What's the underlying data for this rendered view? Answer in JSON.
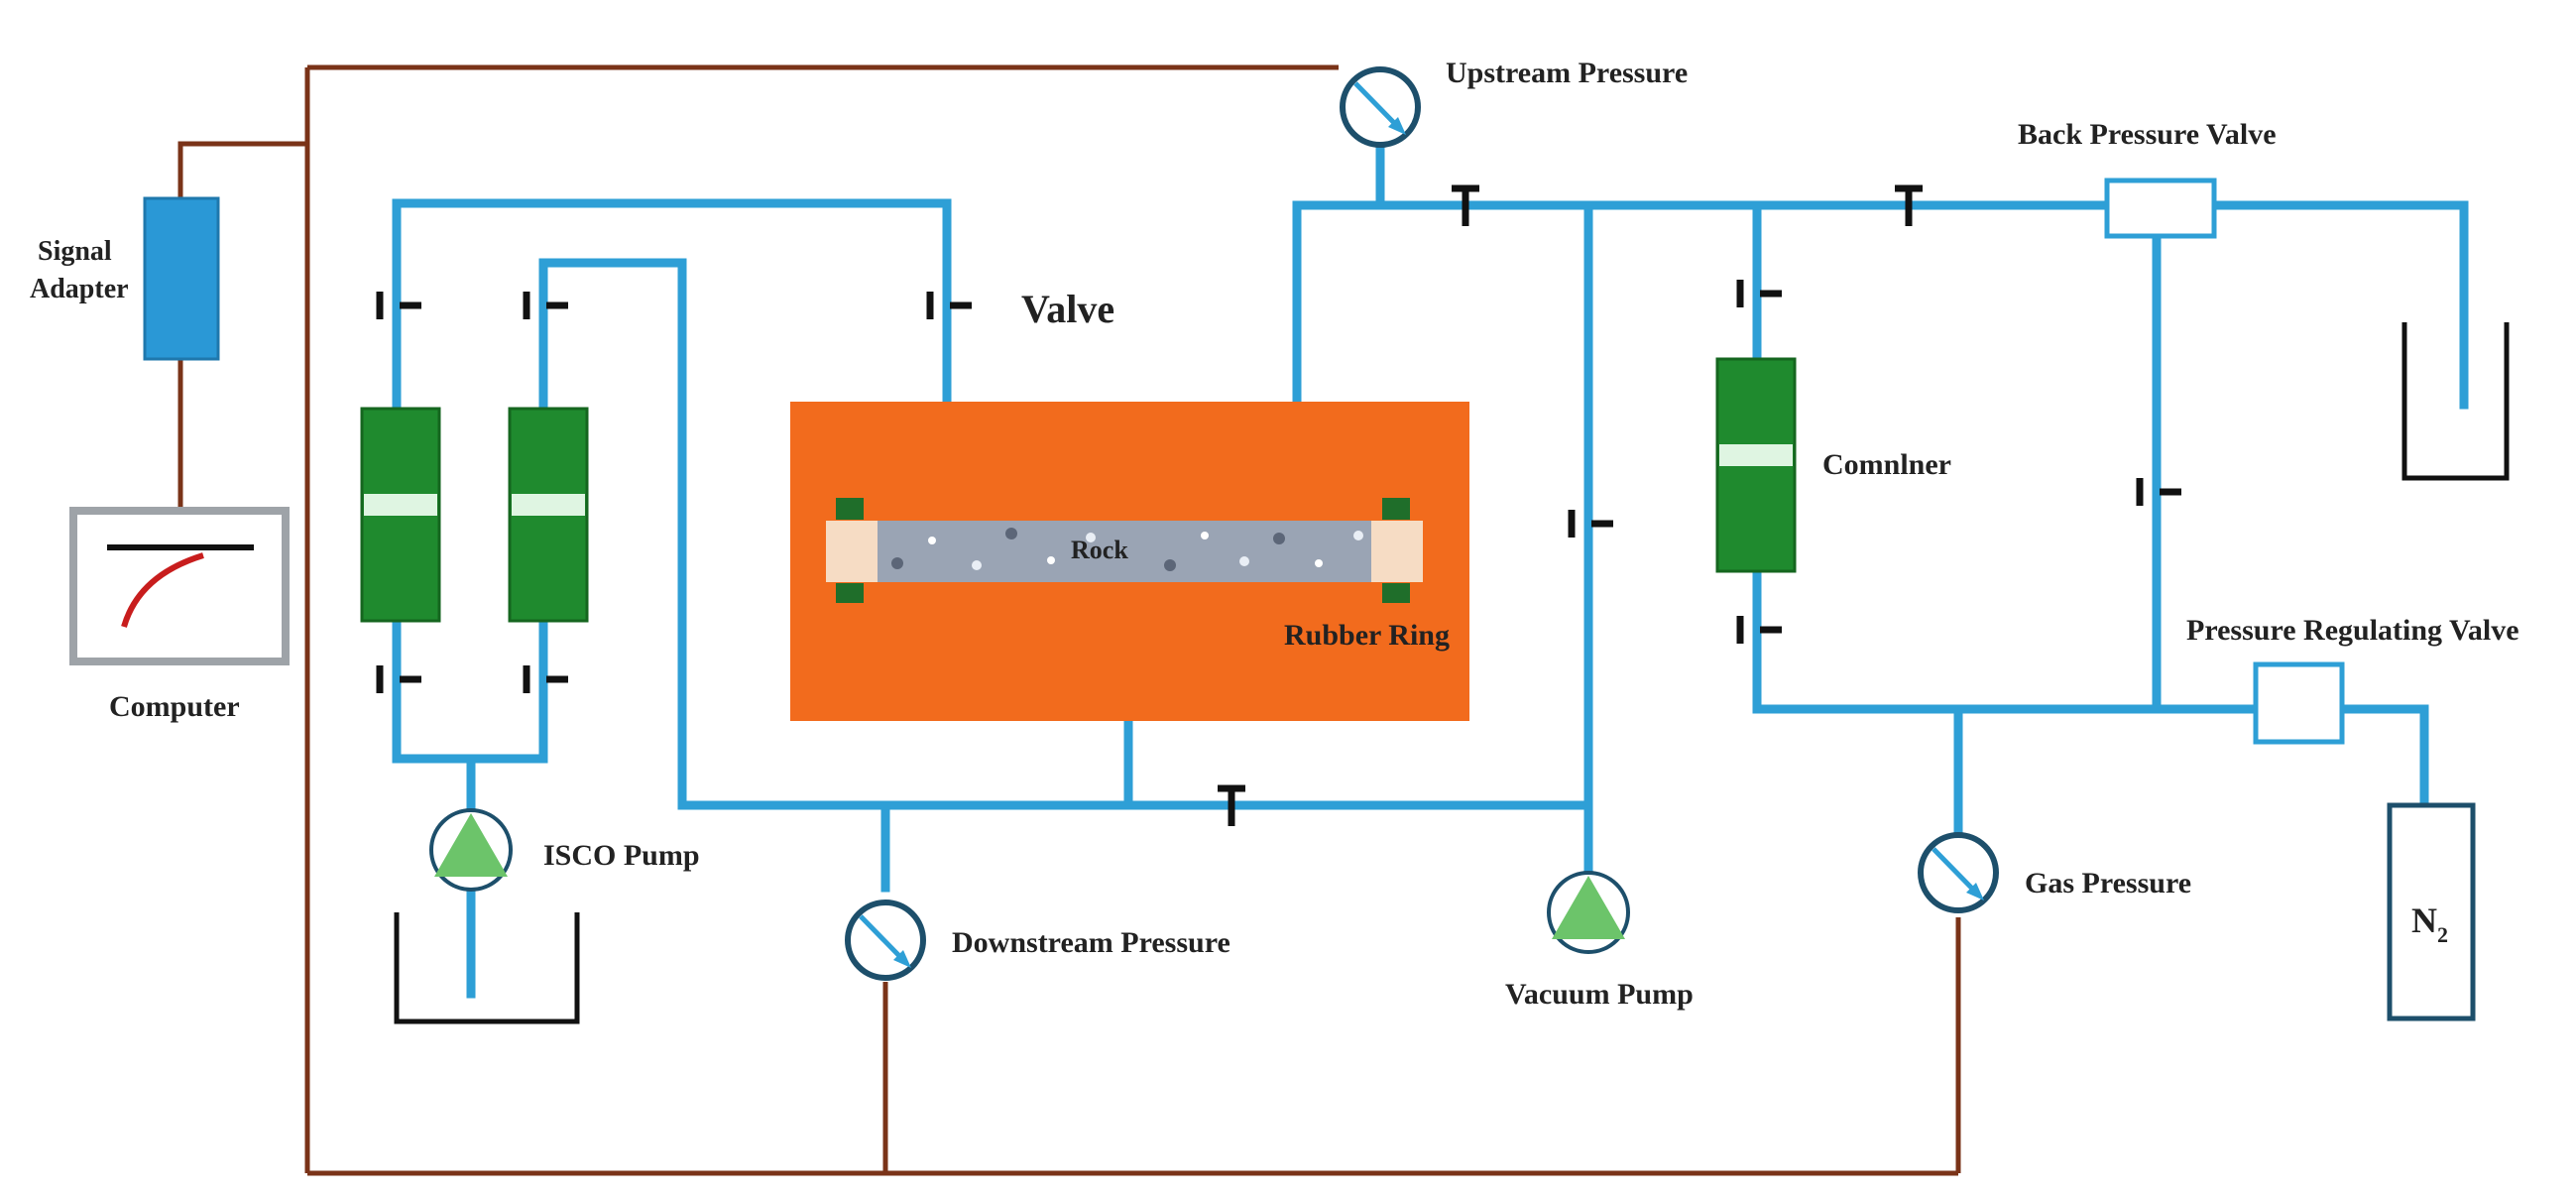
{
  "labels": {
    "upstream_pressure": "Upstream Pressure",
    "back_pressure_valve": "Back Pressure Valve",
    "signal_adapter_line1": "Signal",
    "signal_adapter_line2": "Adapter",
    "valve": "Valve",
    "computer": "Computer",
    "rock": "Rock",
    "rubber_ring": "Rubber Ring",
    "container": "Comnlner",
    "pressure_regulating_valve": "Pressure Regulating Valve",
    "isco_pump": "ISCO Pump",
    "downstream_pressure": "Downstream Pressure",
    "vacuum_pump": "Vacuum Pump",
    "gas_pressure": "Gas Pressure",
    "nitrogen_main": "N",
    "nitrogen_sub": "2"
  },
  "colors": {
    "pipe": "#2e9fd6",
    "wire": "#7a3318",
    "core_holder": "#f26b1d",
    "piston_container": "#1f8a2e",
    "signal_adapter": "#2a98d6",
    "pump_triangle": "#6cc46a",
    "gauge_outline": "#1d4f6b",
    "gauge_needle": "#2e9fd6"
  }
}
